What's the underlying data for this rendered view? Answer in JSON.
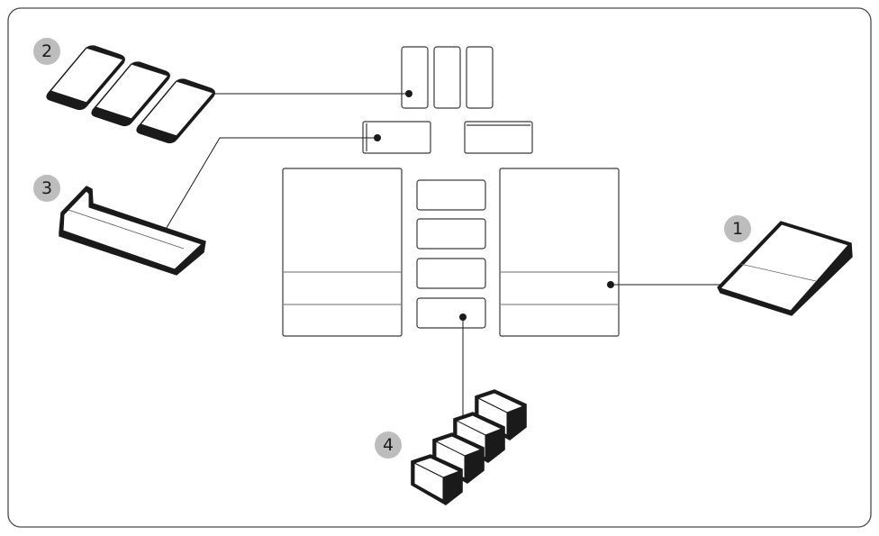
{
  "callouts": [
    {
      "id": "1",
      "label": "1"
    },
    {
      "id": "2",
      "label": "2"
    },
    {
      "id": "3",
      "label": "3"
    },
    {
      "id": "4",
      "label": "4"
    }
  ],
  "colors": {
    "frame_stroke": "#4a4a4a",
    "outline": "#3a3a3a",
    "part_outline": "#1a1a1a",
    "badge_fill": "#bdbdbd",
    "badge_text": "#1a1a1a",
    "part_face": "#ffffff",
    "part_side": "#f0f0f0"
  },
  "icons": {
    "part_1": "wedge-pad-icon",
    "part_2": "flat-pads-icon",
    "part_3": "l-bracket-pad-icon",
    "part_4": "foam-block-icon"
  }
}
